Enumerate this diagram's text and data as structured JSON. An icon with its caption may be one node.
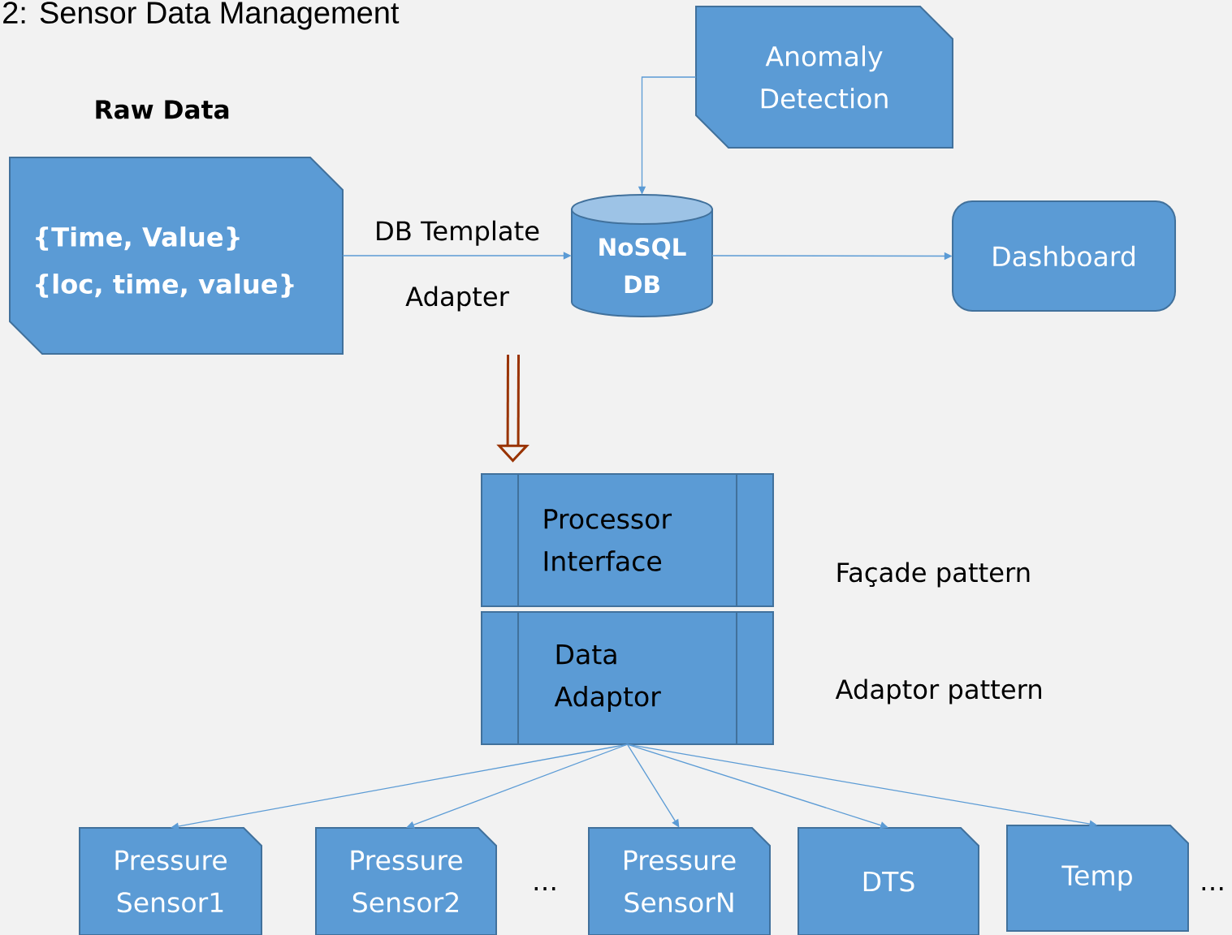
{
  "diagram": {
    "title": "2: Sensor Data Management",
    "nodes": [
      {
        "text": [
          "Anomaly Detection"
        ]
      },
      {
        "text": [
          "Raw Data",
          "{Time, Value}",
          "{loc, time, value}"
        ]
      },
      {
        "text": [
          "NoSQL DB"
        ]
      },
      {
        "text": [
          "Dashboard"
        ]
      },
      {
        "text": [
          "Processor Interface"
        ]
      },
      {
        "text": [
          "Data Adaptor"
        ]
      },
      {
        "text": [
          "Pressure Sensor1"
        ]
      },
      {
        "text": [
          "Pressure Sensor2"
        ]
      },
      {
        "text": [
          "Pressure SensorN"
        ]
      },
      {
        "text": [
          "DTS"
        ]
      },
      {
        "text": [
          "Temp"
        ]
      }
    ],
    "edges": [
      {
        "from": 0,
        "to": 2,
        "arrow": "to"
      },
      {
        "from": 1,
        "to": 2,
        "arrow": "to",
        "label": "DB Template"
      },
      {
        "from": 2,
        "to": 3,
        "arrow": "to"
      },
      {
        "from": null,
        "to": 4,
        "arrow": "to",
        "style": "thick",
        "color": "#993300"
      },
      {
        "from": 5,
        "to": 6,
        "arrow": "to"
      },
      {
        "from": 5,
        "to": 7,
        "arrow": "to"
      },
      {
        "from": 5,
        "to": 8,
        "arrow": "to"
      },
      {
        "from": 5,
        "to": 9,
        "arrow": "to"
      },
      {
        "from": 5,
        "to": 10,
        "arrow": "to"
      }
    ],
    "labels": [
      "Adapter",
      "Façade pattern",
      "Adaptor pattern",
      "…",
      "…"
    ]
  }
}
